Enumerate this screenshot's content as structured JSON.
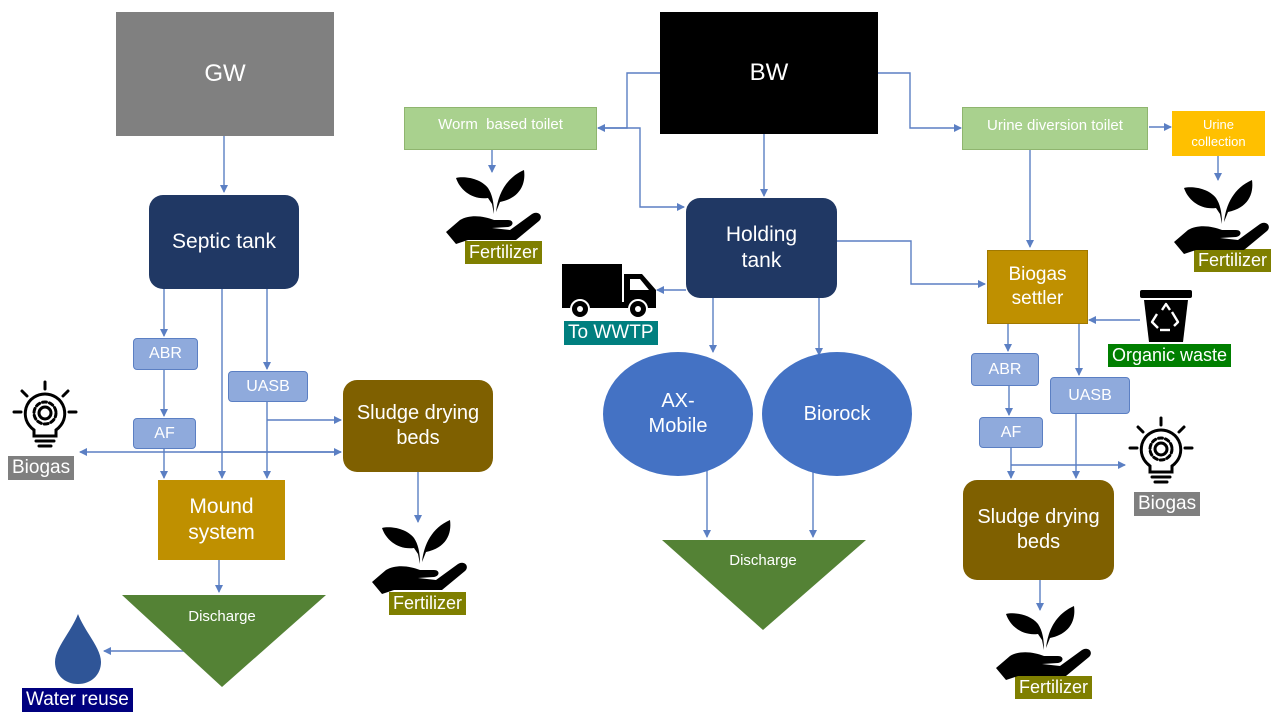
{
  "colors": {
    "arrow": "#5b7fc3",
    "gw_box": "#808080",
    "bw_box": "#000000",
    "navy_box": "#203864",
    "light_blue_box": "#8faadc",
    "green_toilet_box": "#a9d18e",
    "orange_box": "#ffc000",
    "gold_box": "#bf9000",
    "brown_box": "#7f6000",
    "blue_ellipse": "#4472c4",
    "green_triangle": "#548235",
    "fertilizer_tag": "#7f7f00",
    "biogas_tag": "#7f7f7f",
    "wwtp_tag": "#007f7f",
    "organic_tag": "#007f00",
    "water_tag": "#00007f",
    "water_drop": "#2f5597"
  },
  "nodes": {
    "gw": "GW",
    "bw": "BW",
    "worm_toilet": "Worm  based toilet",
    "urine_toilet": "Urine diversion toilet",
    "urine_collection": "Urine collection",
    "septic_tank": "Septic tank",
    "holding_tank": "Holding tank",
    "biogas_settler": "Biogas settler",
    "abr_left": "ABR",
    "af_left": "AF",
    "uasb_left": "UASB",
    "mound_system": "Mound system",
    "sludge_left": "Sludge drying beds",
    "ax_mobile": "AX-Mobile",
    "biorock": "Biorock",
    "abr_right": "ABR",
    "af_right": "AF",
    "uasb_right": "UASB",
    "sludge_right": "Sludge drying beds",
    "discharge_left": "Discharge",
    "discharge_center": "Discharge"
  },
  "labels": {
    "fertilizer_1": "Fertilizer",
    "fertilizer_2": "Fertilizer",
    "fertilizer_3": "Fertilizer",
    "fertilizer_4": "Fertilizer",
    "biogas_left": "Biogas",
    "biogas_right": "Biogas",
    "to_wwtp": "To WWTP",
    "organic_waste": "Organic waste",
    "water_reuse": "Water reuse"
  },
  "icons": {
    "plant_hand": "plant-in-hand-icon",
    "bulb": "light-bulb-gear-icon",
    "truck": "truck-icon",
    "recycle_bin": "recycle-bin-icon",
    "water_drop": "water-drop-icon"
  }
}
